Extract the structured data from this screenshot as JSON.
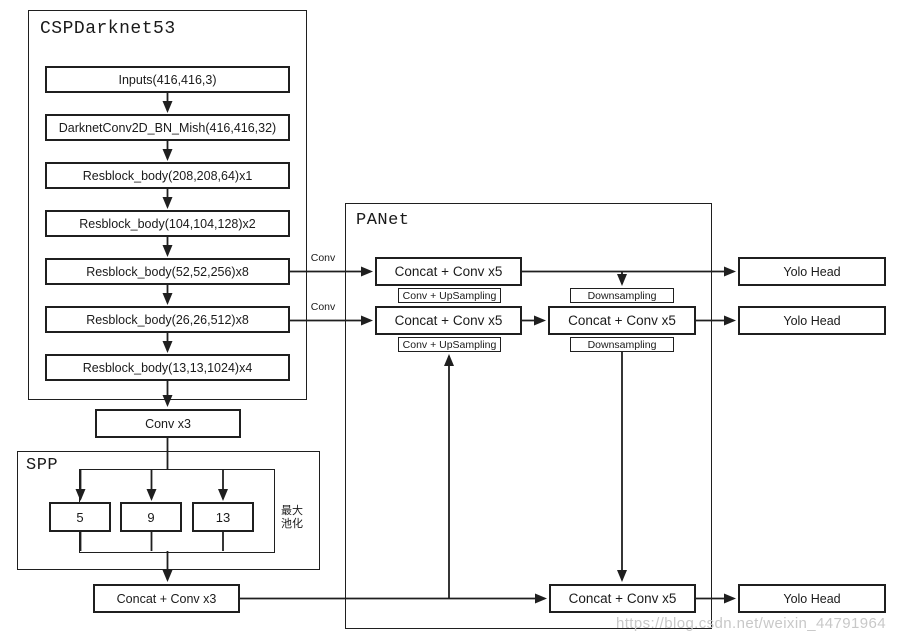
{
  "backbone": {
    "title": "CSPDarknet53",
    "blocks": [
      "Inputs(416,416,3)",
      "DarknetConv2D_BN_Mish(416,416,32)",
      "Resblock_body(208,208,64)x1",
      "Resblock_body(104,104,128)x2",
      "Resblock_body(52,52,256)x8",
      "Resblock_body(26,26,512)x8",
      "Resblock_body(13,13,1024)x4"
    ],
    "branch_labels": [
      "Conv",
      "Conv"
    ]
  },
  "conv3_label": "Conv x3",
  "spp": {
    "title": "SPP",
    "pools": [
      "5",
      "9",
      "13"
    ],
    "note": "最大池化"
  },
  "concat_conv3_label": "Concat + Conv x3",
  "panet": {
    "title": "PANet",
    "concat_top": "Concat + Conv x5",
    "concat_mid": "Concat + Conv x5",
    "concat_right": "Concat + Conv x5",
    "concat_bottom": "Concat + Conv x5",
    "upsample_1": "Conv + UpSampling",
    "upsample_2": "Conv + UpSampling",
    "downsample_1": "Downsampling",
    "downsample_2": "Downsampling"
  },
  "heads": [
    "Yolo Head",
    "Yolo Head",
    "Yolo Head"
  ],
  "watermark": "https://blog.csdn.net/weixin_44791964"
}
